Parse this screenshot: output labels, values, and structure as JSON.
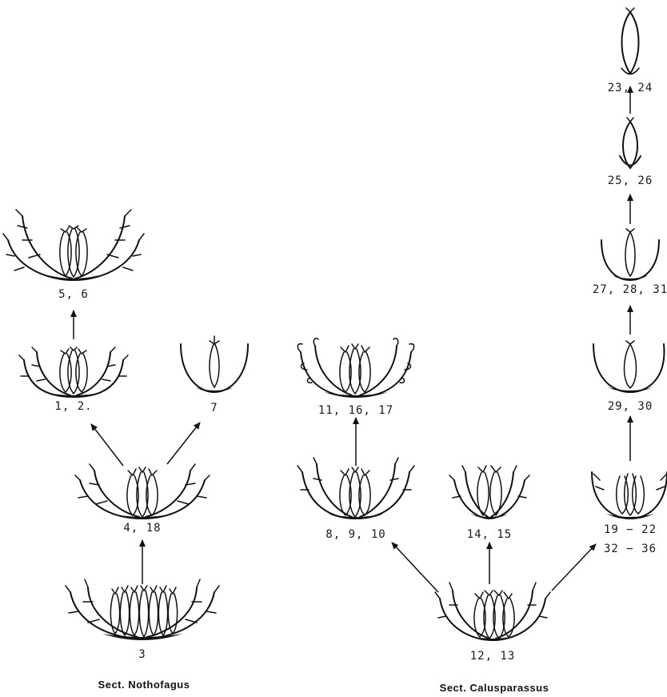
{
  "nodes": [
    {
      "id": "n1",
      "label": "23, 24"
    },
    {
      "id": "n2",
      "label": "25, 26"
    },
    {
      "id": "n3",
      "label": "5, 6"
    },
    {
      "id": "n4",
      "label": "27, 28, 31"
    },
    {
      "id": "n5",
      "label": "1, 2."
    },
    {
      "id": "n6",
      "label": "7"
    },
    {
      "id": "n7",
      "label": "11, 16, 17"
    },
    {
      "id": "n8",
      "label": "29, 30"
    },
    {
      "id": "n9",
      "label": "4, 18"
    },
    {
      "id": "n10",
      "label": "8, 9, 10"
    },
    {
      "id": "n11",
      "label": "14, 15"
    },
    {
      "id": "n12",
      "label": "19 − 22"
    },
    {
      "id": "n13",
      "label": "32 − 36"
    },
    {
      "id": "n14",
      "label": "3"
    },
    {
      "id": "n15",
      "label": "12, 13"
    }
  ],
  "sections": {
    "left": "Sect. Nothofagus",
    "right": "Sect. Calusparassus"
  }
}
